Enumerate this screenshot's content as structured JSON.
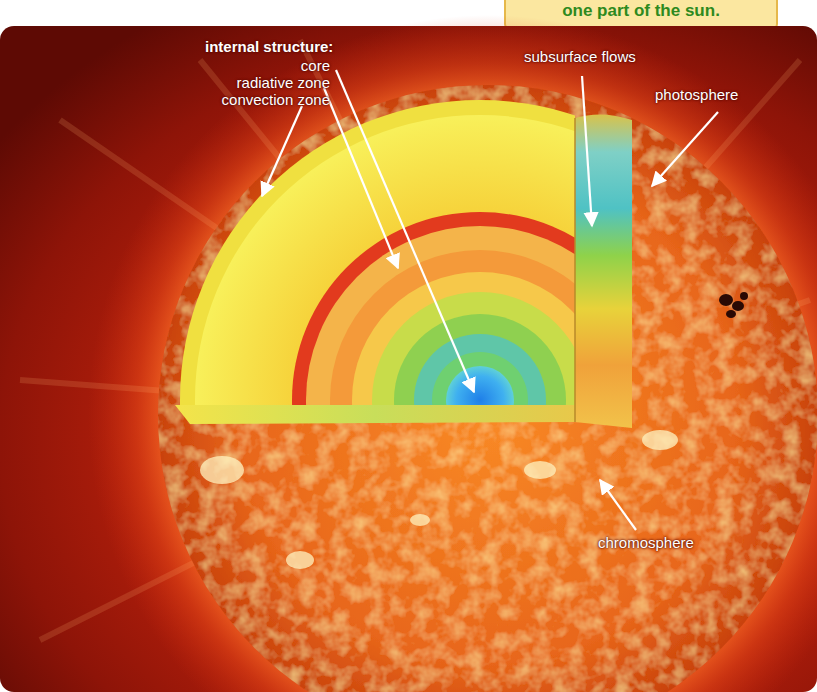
{
  "diagram": {
    "labels": [
      "one part of the sun.",
      "internal structure:",
      "core",
      "radiative zone",
      "convection zone",
      "subsurface flows",
      "photosphere",
      "chromosphere"
    ]
  }
}
